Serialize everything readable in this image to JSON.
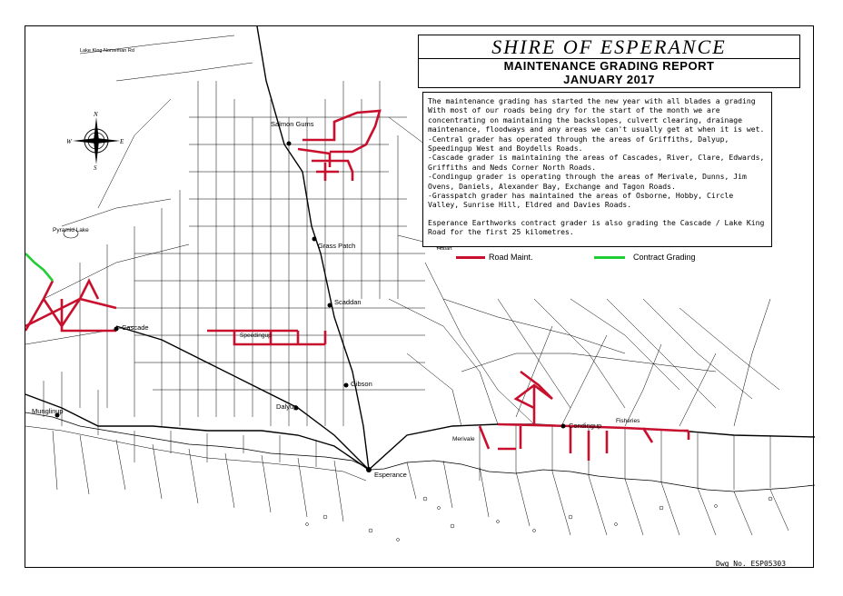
{
  "map": {
    "shire_title": "SHIRE OF ESPERANCE",
    "report_title": "MAINTENANCE GRADING REPORT",
    "report_date": "JANUARY 2017",
    "drawing_number": "Dwg No.  ESP05303"
  },
  "notes": {
    "paragraph_1": "The maintenance grading has started the new year with all blades a grading With most of our roads being dry for the start of the month we are concentrating on maintaining the backslopes, culvert clearing, drainage maintenance, floodways and any areas we can't usually get at when it is wet.",
    "paragraph_2": "-Central grader has operated through the areas of Griffiths, Dalyup, Speedingup West and Boydells Roads.",
    "paragraph_3": "-Cascade grader is maintaining the areas of Cascades, River, Clare, Edwards, Griffiths and Neds Corner North Roads.",
    "paragraph_4": "-Condingup grader is operating through the areas of Merivale, Dunns, Jim Ovens, Daniels, Alexander Bay, Exchange and Tagon Roads.",
    "paragraph_5": "-Grasspatch grader has maintained the areas of Osborne, Hobby, Circle Valley, Sunrise Hill, Eldred and Davies Roads.",
    "paragraph_6": "Esperance Earthworks contract grader is also grading the Cascade / Lake King Road for the first 25 kilometres."
  },
  "legend": {
    "road_maint_label": "Road Maint.",
    "road_maint_color": "#c8102e",
    "contract_label": "Contract Grading",
    "contract_color": "#22cc33"
  },
  "compass": {
    "n": "N",
    "s": "S",
    "e": "E",
    "w": "W"
  },
  "places": {
    "salmon_gums": "Salmon Gums",
    "grass_patch": "Grass Patch",
    "scaddan": "Scaddan",
    "cascade": "Cascade",
    "condingup": "Condingup",
    "esperance": "Esperance",
    "dalyup": "Dalyup",
    "munglinup": "Munglinup",
    "gibson": "Gibson",
    "pyramid_lake": "Pyramid Lake",
    "lake_king_norseman": "Lake King Norseman Rd",
    "speedingup": "Speedingup",
    "fisheries": "Fisheries",
    "merivale": "Merivale",
    "lake_hobart": "Lake Hobart"
  }
}
